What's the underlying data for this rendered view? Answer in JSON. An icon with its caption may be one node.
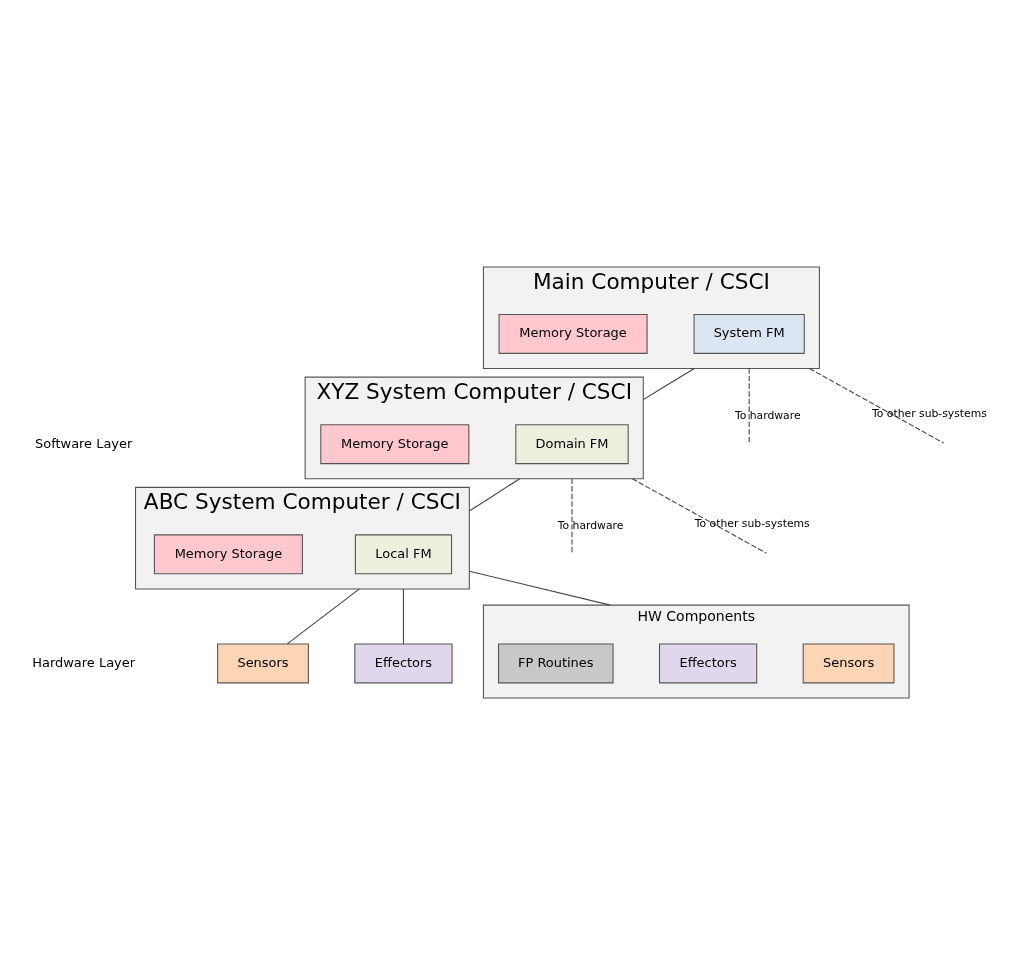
{
  "diagram": {
    "nodes": [
      {
        "text": [
          "Main Computer / CSCI"
        ]
      },
      {
        "text": [
          "System FM"
        ],
        "in": 0
      },
      {
        "text": [
          "Memory Storage"
        ],
        "in": 0
      },
      {
        "text": [
          "XYZ System Computer / CSCI"
        ]
      },
      {
        "text": [
          "Domain FM"
        ],
        "in": 3
      },
      {
        "text": [
          "Memory Storage"
        ],
        "in": 3
      },
      {
        "text": [
          "ABC System Computer / CSCI"
        ]
      },
      {
        "text": [
          "Local FM"
        ],
        "in": 6
      },
      {
        "text": [
          "Memory Storage"
        ],
        "in": 6
      },
      {
        "text": [
          "Sensors"
        ]
      },
      {
        "text": [
          "Effectors"
        ]
      },
      {
        "text": [
          "HW Components"
        ]
      },
      {
        "text": [
          "Sensors"
        ],
        "in": 11
      },
      {
        "text": [
          "Effectors"
        ],
        "in": 11
      },
      {
        "text": [
          "FP Routines"
        ],
        "in": 11
      }
    ],
    "edges": [
      {
        "from": 0,
        "to": 3,
        "arrow": "none"
      },
      {
        "from": 0,
        "to": null,
        "arrow": "none",
        "style": "dashed",
        "label": "To other sub-systems"
      },
      {
        "from": 0,
        "to": null,
        "arrow": "none",
        "style": "dashed",
        "label": "To hardware"
      },
      {
        "from": 3,
        "to": 6,
        "arrow": "none"
      },
      {
        "from": 3,
        "to": null,
        "arrow": "none",
        "style": "dashed",
        "label": "To other sub-systems"
      },
      {
        "from": 3,
        "to": null,
        "arrow": "none",
        "style": "dashed",
        "label": "To hardware"
      },
      {
        "from": 6,
        "to": 9,
        "arrow": "none"
      },
      {
        "from": 6,
        "to": 10,
        "arrow": "none"
      },
      {
        "from": 6,
        "to": 11,
        "arrow": "none"
      }
    ],
    "labels": [
      "Software Layer",
      "Hardware Layer"
    ]
  }
}
